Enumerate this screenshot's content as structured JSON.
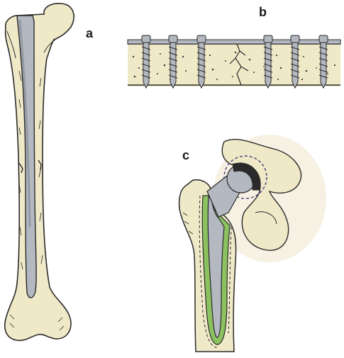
{
  "figure": {
    "labels": {
      "a": "a",
      "b": "b",
      "c": "c"
    },
    "colors": {
      "bone": "#efe9c8",
      "bone_shadow": "#d9d0a4",
      "marrow_spots": "#3a3a3a",
      "implant": "#b4b8c0",
      "implant_dark": "#7f858f",
      "cement": "#8cc160",
      "outline": "#2a2a2a",
      "socket_dashed": "#4b3c7a"
    },
    "panels": [
      {
        "id": "a",
        "subject": "intramedullary-nail-in-femur-icon"
      },
      {
        "id": "b",
        "subject": "plate-and-screws-on-fractured-bone-icon"
      },
      {
        "id": "c",
        "subject": "cemented-hip-prosthesis-icon"
      }
    ]
  }
}
